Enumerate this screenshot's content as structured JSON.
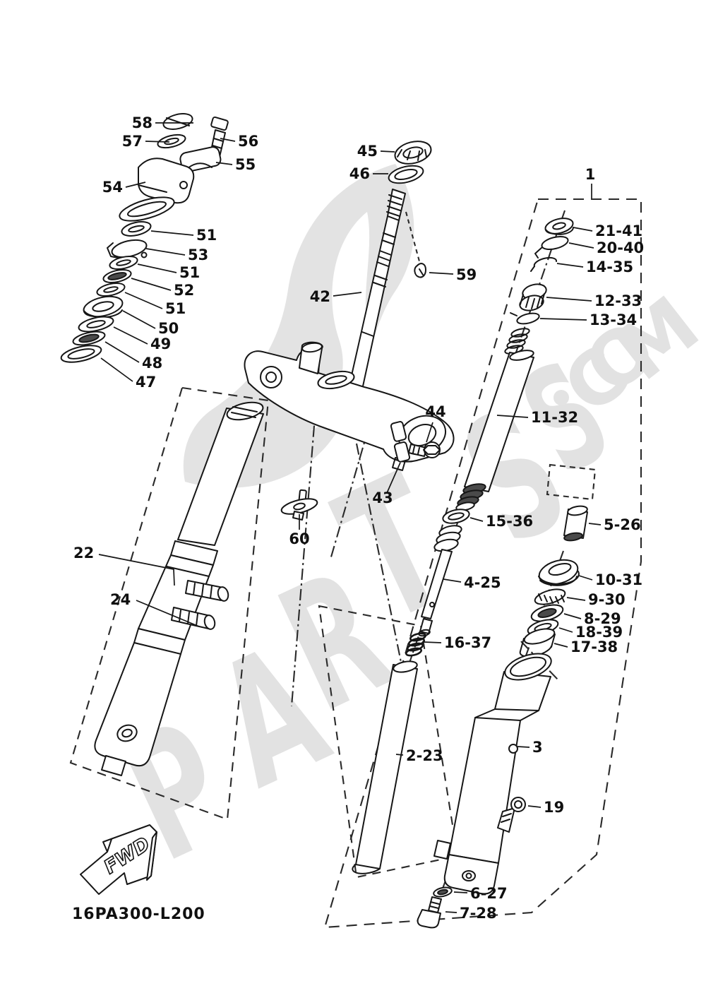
{
  "diagram": {
    "type": "exploded-parts-diagram",
    "drawing_code": "16PA300-L200",
    "fwd_marker": "FWD",
    "watermark": {
      "letters": [
        "P",
        "A",
        "R",
        "T",
        "S",
        "S"
      ],
      "suffix": ".COM",
      "color": "#e2e2e2"
    },
    "colors": {
      "line": "#161616",
      "background": "#ffffff"
    },
    "part_labels": [
      {
        "text": "58"
      },
      {
        "text": "57"
      },
      {
        "text": "56"
      },
      {
        "text": "55"
      },
      {
        "text": "54"
      },
      {
        "text": "51"
      },
      {
        "text": "53"
      },
      {
        "text": "51"
      },
      {
        "text": "52"
      },
      {
        "text": "51"
      },
      {
        "text": "50"
      },
      {
        "text": "49"
      },
      {
        "text": "48"
      },
      {
        "text": "47"
      },
      {
        "text": "45"
      },
      {
        "text": "46"
      },
      {
        "text": "42"
      },
      {
        "text": "59"
      },
      {
        "text": "1"
      },
      {
        "text": "21-41"
      },
      {
        "text": "20-40"
      },
      {
        "text": "14-35"
      },
      {
        "text": "12-33"
      },
      {
        "text": "13-34"
      },
      {
        "text": "11-32"
      },
      {
        "text": "15-36"
      },
      {
        "text": "5-26"
      },
      {
        "text": "44"
      },
      {
        "text": "43"
      },
      {
        "text": "60"
      },
      {
        "text": "22"
      },
      {
        "text": "24"
      },
      {
        "text": "4-25"
      },
      {
        "text": "10-31"
      },
      {
        "text": "9-30"
      },
      {
        "text": "8-29"
      },
      {
        "text": "18-39"
      },
      {
        "text": "17-38"
      },
      {
        "text": "16-37"
      },
      {
        "text": "2-23"
      },
      {
        "text": "3"
      },
      {
        "text": "19"
      },
      {
        "text": "6-27"
      },
      {
        "text": "7-28"
      }
    ]
  }
}
